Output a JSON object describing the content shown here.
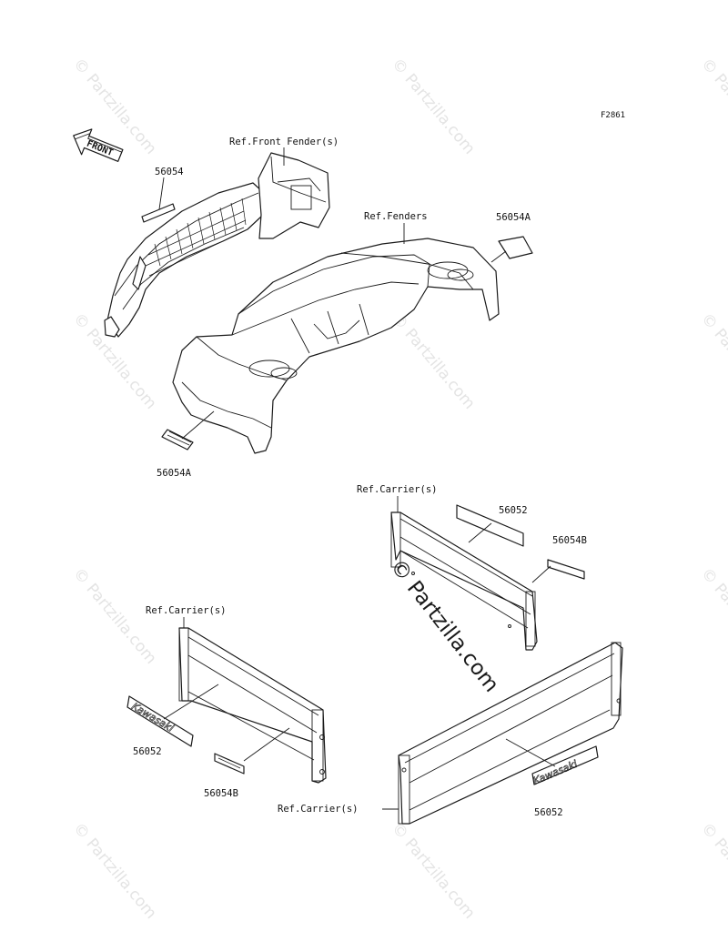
{
  "drawing_code": "F2861",
  "front_arrow": "FRONT",
  "labels": {
    "ref_front_fender": "Ref.Front Fender(s)",
    "ref_fenders": "Ref.Fenders",
    "ref_carrier_1": "Ref.Carrier(s)",
    "ref_carrier_2": "Ref.Carrier(s)",
    "ref_carrier_3": "Ref.Carrier(s)",
    "part_56054": "56054",
    "part_56054A_top": "56054A",
    "part_56054A_bottom": "56054A",
    "part_56052_top": "56052",
    "part_56052_left": "56052",
    "part_56052_right": "56052",
    "part_56054B_top": "56054B",
    "part_56054B_bottom": "56054B"
  },
  "decals": {
    "brand_left": "Kawasaki",
    "brand_right": "Kawasaki"
  },
  "watermark": {
    "small": "© Partzilla.com",
    "big": "© Partzilla.com"
  },
  "colors": {
    "line": "#1a1a1a",
    "watermark": "#e4e4e4"
  }
}
